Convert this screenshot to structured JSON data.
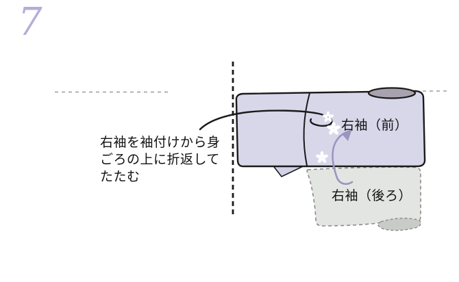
{
  "page": {
    "type": "kimono-folding-instruction-step"
  },
  "step": {
    "number": "7"
  },
  "instruction": {
    "lines": [
      "右袖を袖付けから身",
      "ごろの上に折返して",
      "たたむ"
    ]
  },
  "labels": {
    "sleeve_front": "右袖（前）",
    "sleeve_back": "右袖（後ろ）"
  },
  "icons": {
    "fold_arrow": "curved-fold-direction-arrow",
    "leader_line": "caption-leader-line",
    "flower": "sakura-blossom-icon"
  },
  "colors": {
    "step_number": "#b3addd",
    "fabric_front": "#d8d7ea",
    "fabric_front_flap": "#d3d1e7",
    "fabric_back": "#e3e5e2",
    "fabric_back_roll": "#c9cbc7",
    "collar_end": "#a8a2ae",
    "fold_arrow": "#9d94bf",
    "outline": "#1a1a1a",
    "guide_line": "#8a8a8a",
    "flower": "#ffffff",
    "text": "#111111"
  }
}
